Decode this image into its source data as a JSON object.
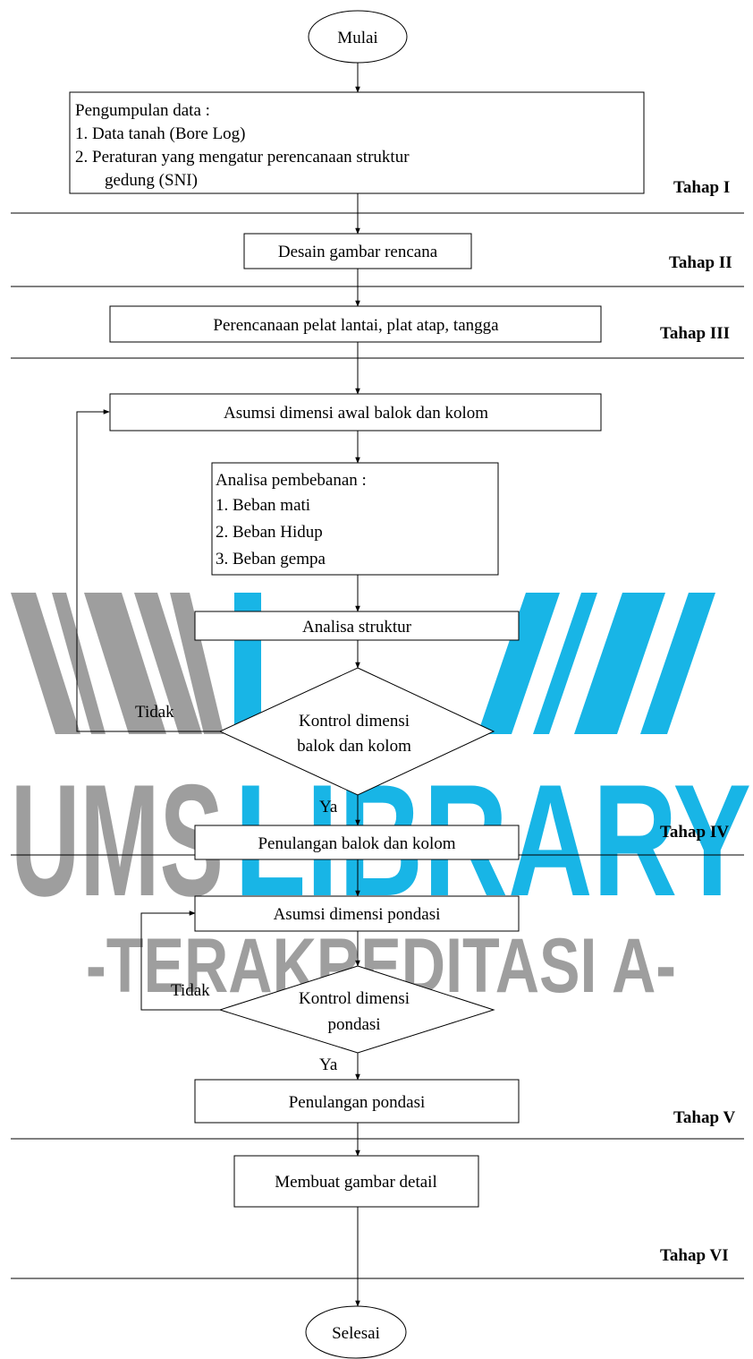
{
  "watermark": {
    "left_text": "UMS",
    "right_text": "LIBRARY",
    "subtitle": "-TERAKREDITASI A-",
    "gray_color": "#9e9e9e",
    "blue_color": "#18b5e6"
  },
  "nodes": {
    "start": "Mulai",
    "data_collection": {
      "lines": [
        "Pengumpulan data :",
        "1. Data tanah (Bore Log)",
        "2. Peraturan yang mengatur perencanaan struktur",
        "gedung (SNI)"
      ]
    },
    "design_drawing": "Desain gambar rencana",
    "slab_planning": "Perencanaan pelat lantai, plat atap, tangga",
    "initial_dimension": "Asumsi dimensi awal balok dan kolom",
    "load_analysis": {
      "lines": [
        "Analisa pembebanan :",
        "1. Beban mati",
        "2. Beban Hidup",
        "3. Beban gempa"
      ]
    },
    "structure_analysis": "Analisa struktur",
    "beam_column_check": [
      "Kontrol dimensi",
      "balok dan kolom"
    ],
    "beam_column_reinforcement": "Penulangan balok dan kolom",
    "foundation_dimension": "Asumsi dimensi pondasi",
    "foundation_check": [
      "Kontrol dimensi",
      "pondasi"
    ],
    "foundation_reinforcement": "Penulangan pondasi",
    "detail_drawing": "Membuat gambar detail",
    "end": "Selesai"
  },
  "edge_labels": {
    "no_1": "Tidak",
    "yes_1": "Ya",
    "no_2": "Tidak",
    "yes_2": "Ya"
  },
  "stages": {
    "stage_1": "Tahap I",
    "stage_2": "Tahap II",
    "stage_3": "Tahap III",
    "stage_4": "Tahap IV",
    "stage_5": "Tahap V",
    "stage_6": "Tahap VI"
  }
}
